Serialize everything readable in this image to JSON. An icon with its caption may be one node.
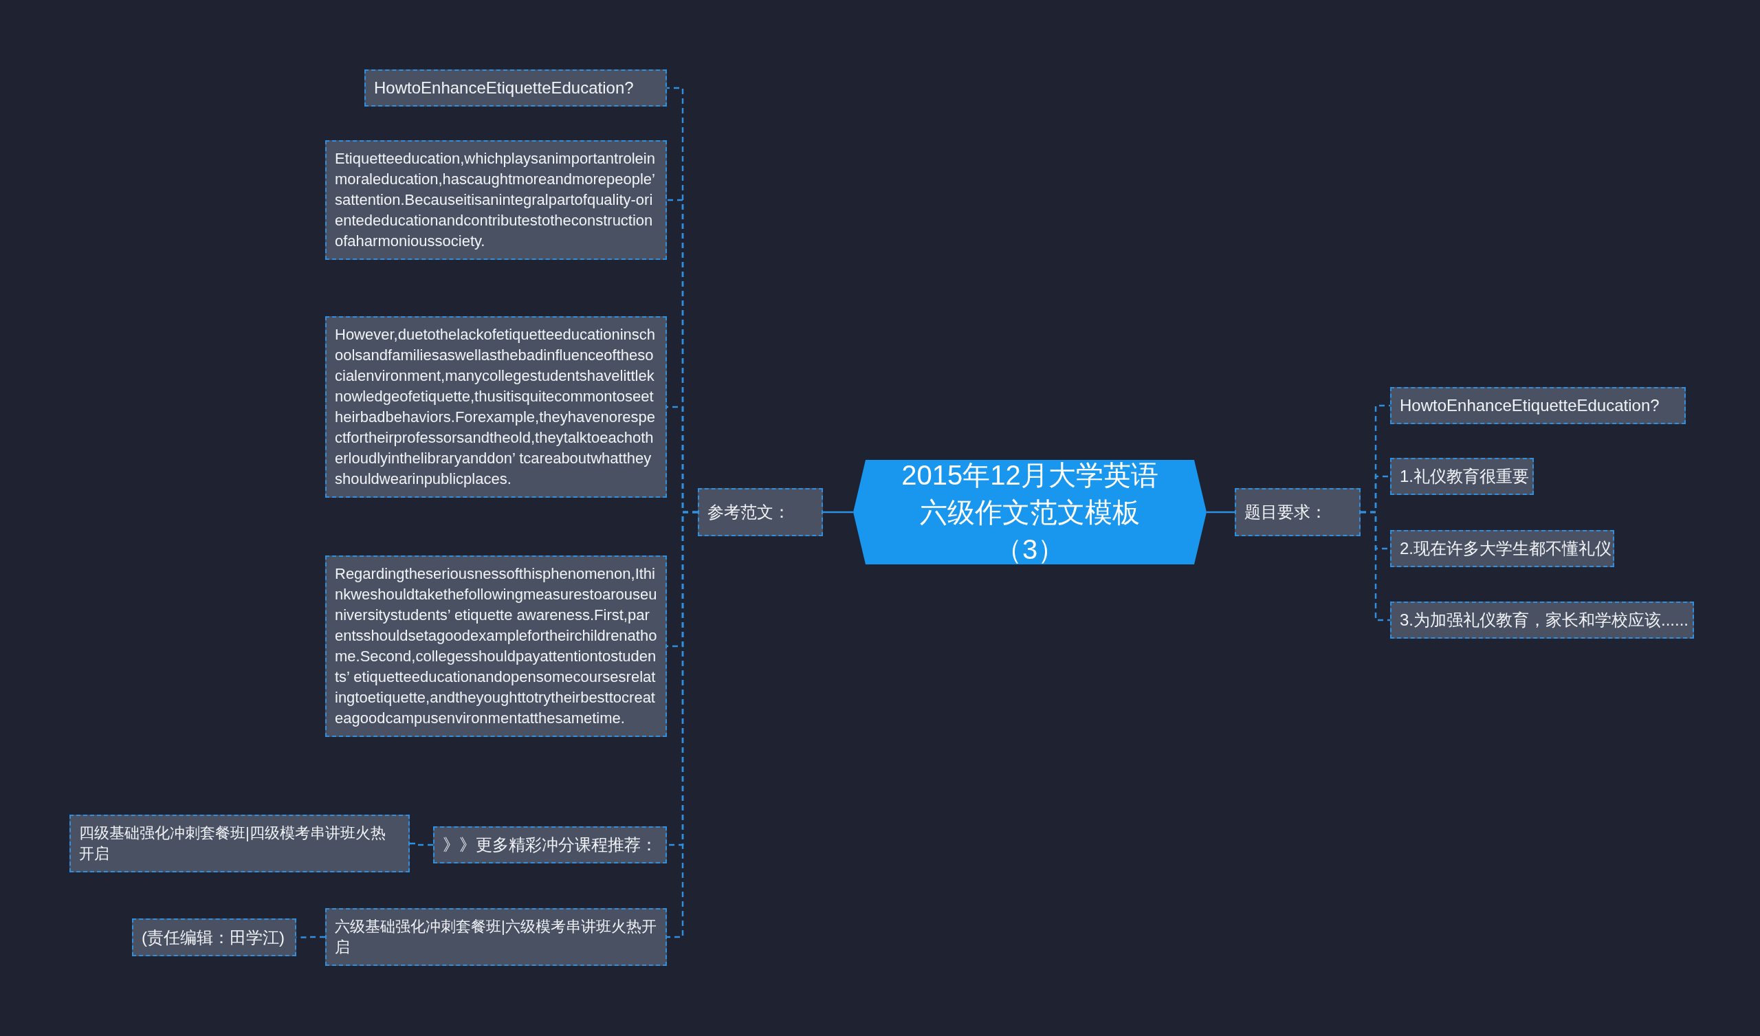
{
  "diagram": {
    "nodes": [
      {
        "text": [
          "2015年12月大学英语六级作文范文模板（3）"
        ]
      },
      {
        "text": [
          "参考范文："
        ]
      },
      {
        "text": [
          "HowtoEnhanceEtiquetteEducation?"
        ]
      },
      {
        "text": [
          "Etiquetteeducation,whichplaysanimportantroleinmoraleducation,hascaughtmoreandmorepeople’ sattention.Becauseitisanintegralpartofquality-orientededucationandcontributestotheconstructionofaharmonioussociety."
        ]
      },
      {
        "text": [
          "However,duetothelackofetiquetteeducationinschoolsandfamiliesaswellasthebadinfluenceofthesocialenvironment,manycollegestudentshavelittleknowledgeofetiquette,thusitisquitecommontoseetheirbadbehaviors.Forexample,theyhavenorespectfortheirprofessorsandtheold,theytalktoeachotherloudlyinthelibraryanddon’ tcareaboutwhattheyshouldwearinpublicplaces."
        ]
      },
      {
        "text": [
          "Regardingtheseriousnessofthisphenomenon,Ithinkweshouldtakethefollowingmeasurestoarouseuniversitystudents’ etiquette awareness.First,parentsshouldsetagoodexamplefortheirchildrenathome.Second,collegesshouldpayattentiontostudents’ etiquetteeducationandopensomecoursesrelatingtoetiquette,andtheyoughttotrytheirbesttocreateagoodcampusenvironmentatthesametime."
        ]
      },
      {
        "text": [
          "》》更多精彩冲分课程推荐："
        ]
      },
      {
        "text": [
          "四级基础强化冲刺套餐班|四级模考串讲班火热开启"
        ]
      },
      {
        "text": [
          "六级基础强化冲刺套餐班|六级模考串讲班火热开启"
        ]
      },
      {
        "text": [
          "(责任编辑：田学江)"
        ]
      },
      {
        "text": [
          "题目要求："
        ]
      },
      {
        "text": [
          "HowtoEnhanceEtiquetteEducation?"
        ]
      },
      {
        "text": [
          "1.礼仪教育很重要"
        ]
      },
      {
        "text": [
          "2.现在许多大学生都不懂礼仪"
        ]
      },
      {
        "text": [
          "3.为加强礼仪教育，家长和学校应该......"
        ]
      }
    ],
    "edges": [
      {
        "from": 0,
        "to": 1,
        "arrow": "none"
      },
      {
        "from": 0,
        "to": 10,
        "arrow": "none"
      },
      {
        "from": 1,
        "to": 2,
        "arrow": "none",
        "style": "dashed"
      },
      {
        "from": 1,
        "to": 3,
        "arrow": "none",
        "style": "dashed"
      },
      {
        "from": 1,
        "to": 4,
        "arrow": "none",
        "style": "dashed"
      },
      {
        "from": 1,
        "to": 5,
        "arrow": "none",
        "style": "dashed"
      },
      {
        "from": 1,
        "to": 6,
        "arrow": "none",
        "style": "dashed"
      },
      {
        "from": 1,
        "to": 8,
        "arrow": "none",
        "style": "dashed"
      },
      {
        "from": 6,
        "to": 7,
        "arrow": "none",
        "style": "dashed"
      },
      {
        "from": 8,
        "to": 9,
        "arrow": "none",
        "style": "dashed"
      },
      {
        "from": 10,
        "to": 11,
        "arrow": "none",
        "style": "dashed"
      },
      {
        "from": 10,
        "to": 12,
        "arrow": "none",
        "style": "dashed"
      },
      {
        "from": 10,
        "to": 13,
        "arrow": "none",
        "style": "dashed"
      },
      {
        "from": 10,
        "to": 14,
        "arrow": "none",
        "style": "dashed"
      }
    ]
  }
}
